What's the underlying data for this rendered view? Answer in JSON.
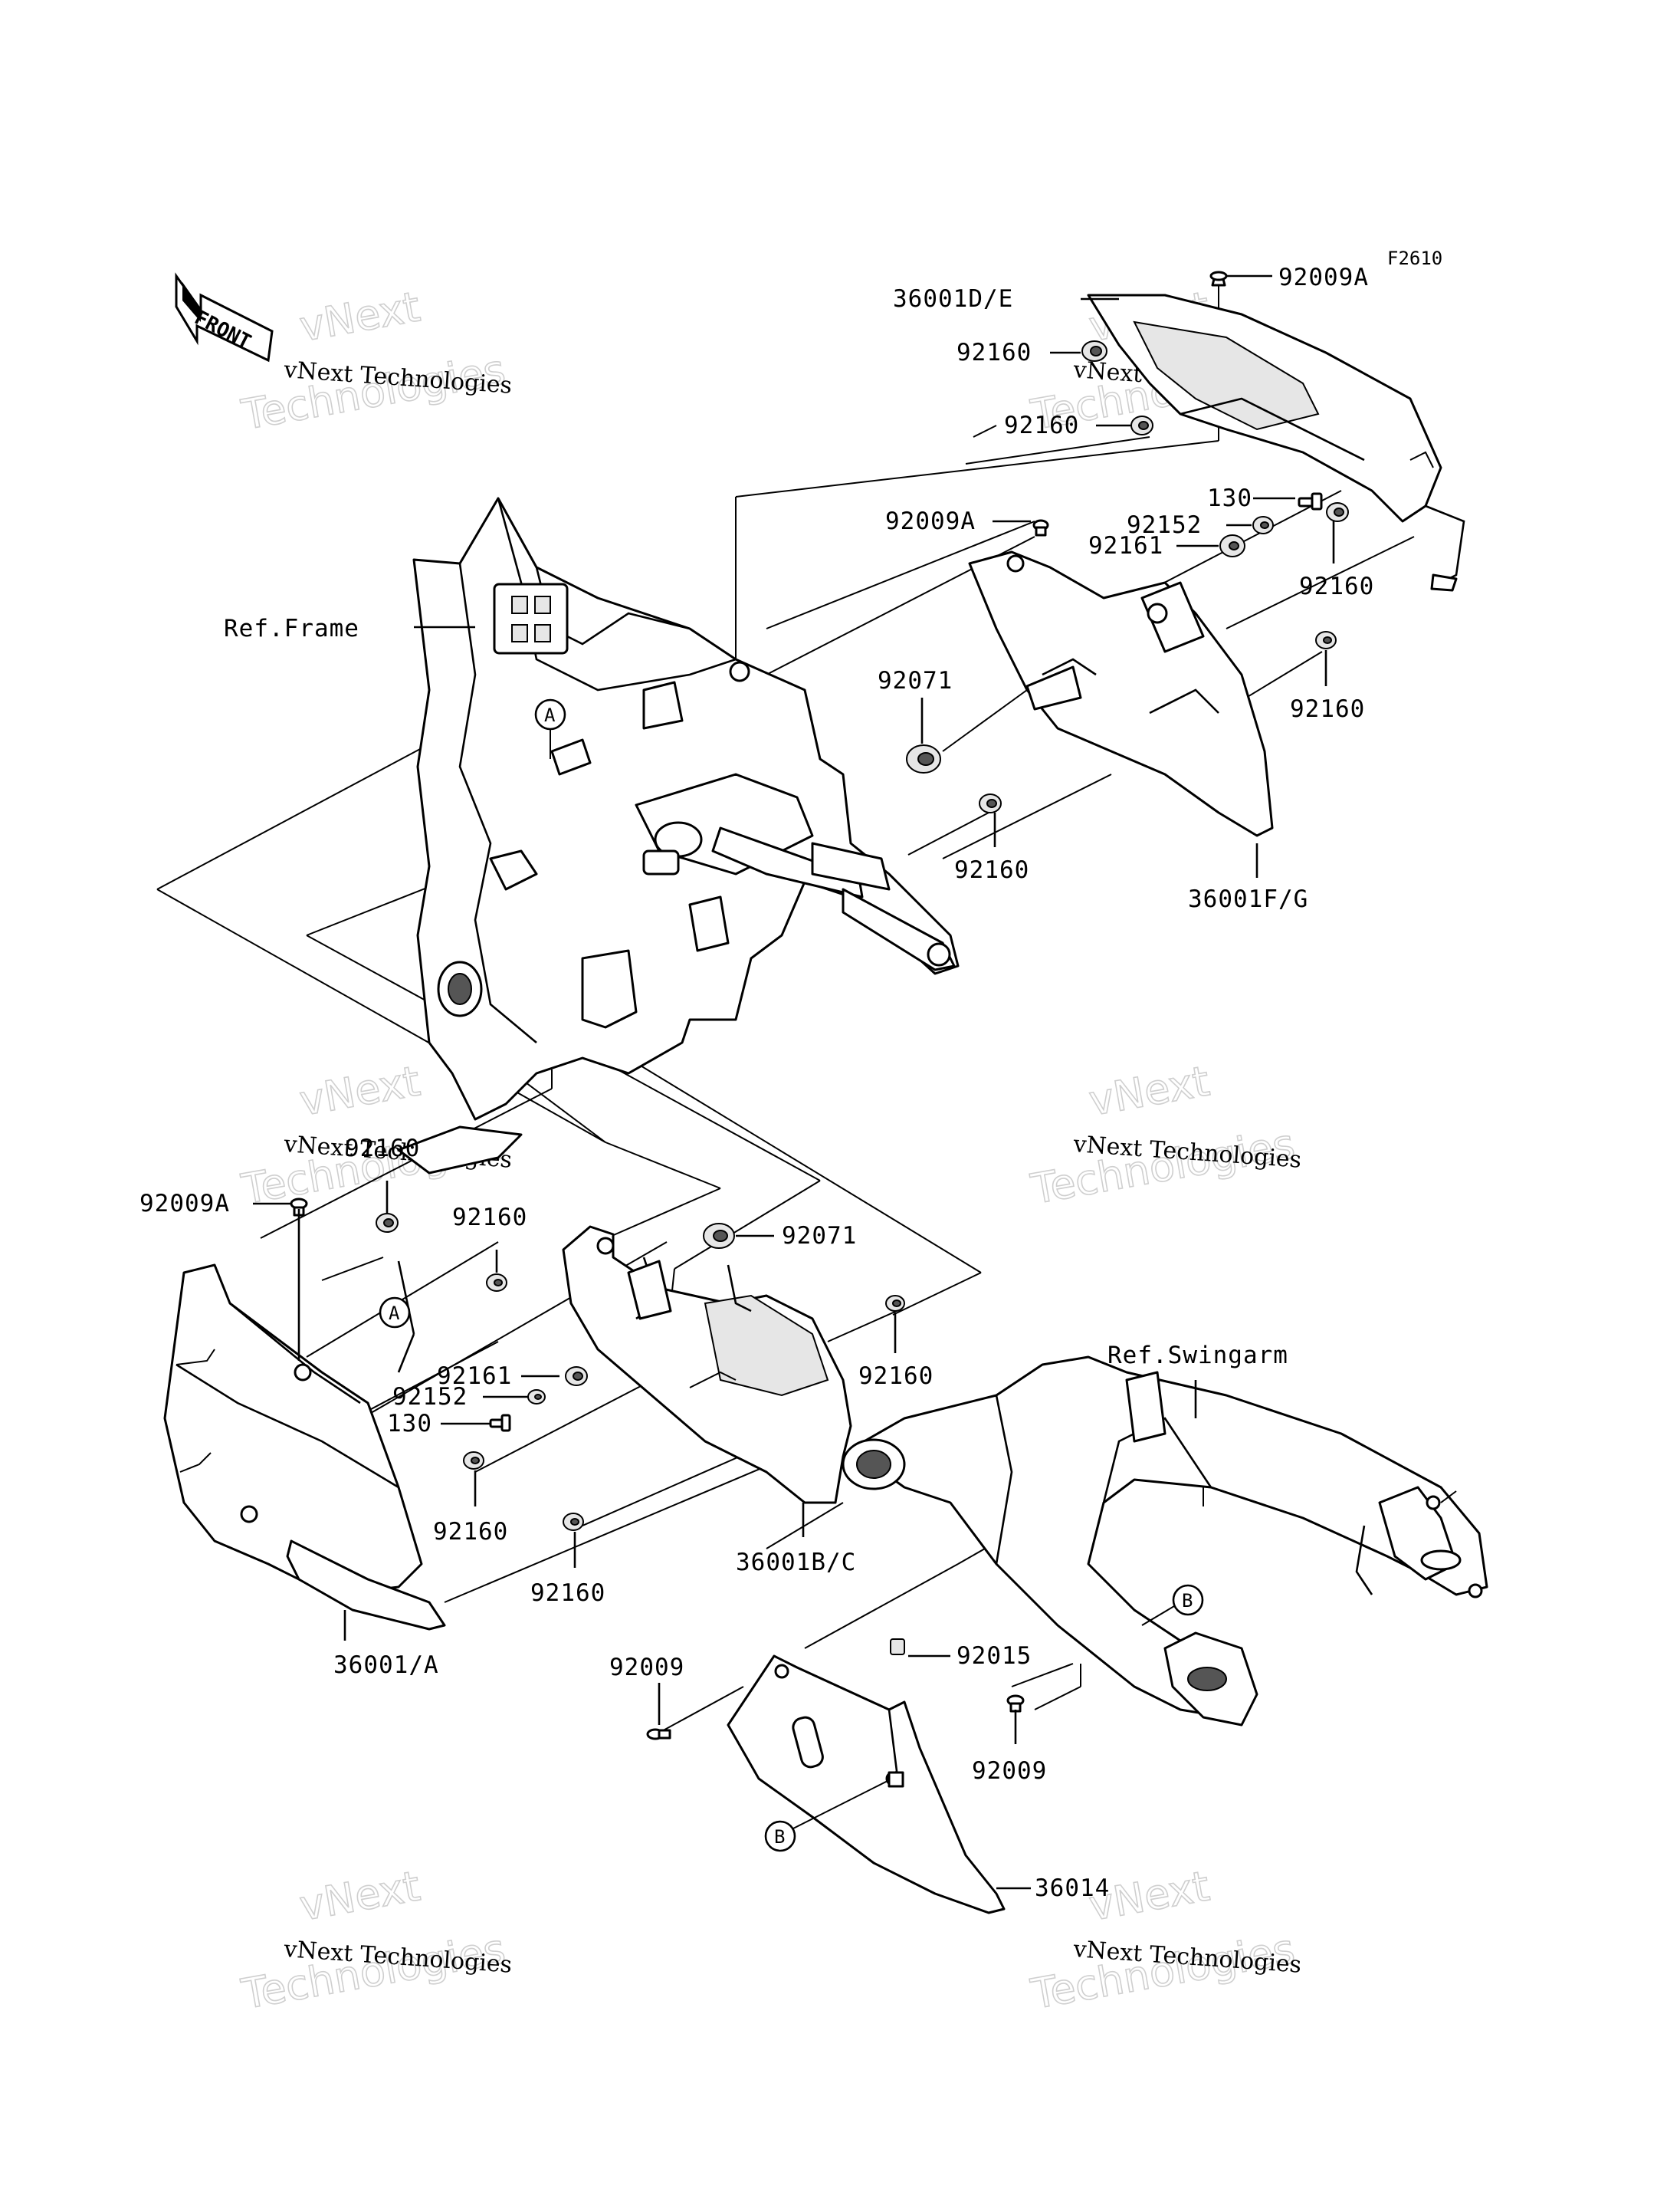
{
  "figure_code": "F2610",
  "front_label": "FRONT",
  "watermarks": [
    {
      "small": "vNext Technologies",
      "line1": "vNext",
      "line2": "Technologies"
    },
    {
      "small": "vNext Technologies",
      "line1": "vNext",
      "line2": "Technologies"
    },
    {
      "small": "vNext Technologies",
      "line1": "vNext",
      "line2": "Technologies"
    },
    {
      "small": "vNext Technologies",
      "line1": "vNext",
      "line2": "Technologies"
    },
    {
      "small": "vNext Technologies",
      "line1": "vNext",
      "line2": "Technologies"
    },
    {
      "small": "vNext Technologies",
      "line1": "vNext",
      "line2": "Technologies"
    }
  ],
  "callouts": {
    "circle_a": "A",
    "circle_b": "B"
  },
  "labels": {
    "p92009a_top": "92009A",
    "p36001de": "36001D/E",
    "p92160_t1": "92160",
    "p92160_t2": "92160",
    "p92009a_mid": "92009A",
    "p130_top": "130",
    "p92152_top": "92152",
    "p92161_top": "92161",
    "p92160_t3": "92160",
    "p92071_top": "92071",
    "p92160_t4": "92160",
    "p92160_t5": "92160",
    "p36001fg": "36001F/G",
    "ref_frame": "Ref.Frame",
    "p92160_l1": "92160",
    "p92009a_left": "92009A",
    "p92160_l2": "92160",
    "p92071_left": "92071",
    "p92161_left": "92161",
    "p92152_left": "92152",
    "p130_left": "130",
    "p92160_l3": "92160",
    "p92160_l4": "92160",
    "p92160_l5": "92160",
    "p36001bc": "36001B/C",
    "p36001a": "36001/A",
    "ref_swingarm": "Ref.Swingarm",
    "p92009_l": "92009",
    "p92015": "92015",
    "p92009_r": "92009",
    "p36014": "36014"
  }
}
